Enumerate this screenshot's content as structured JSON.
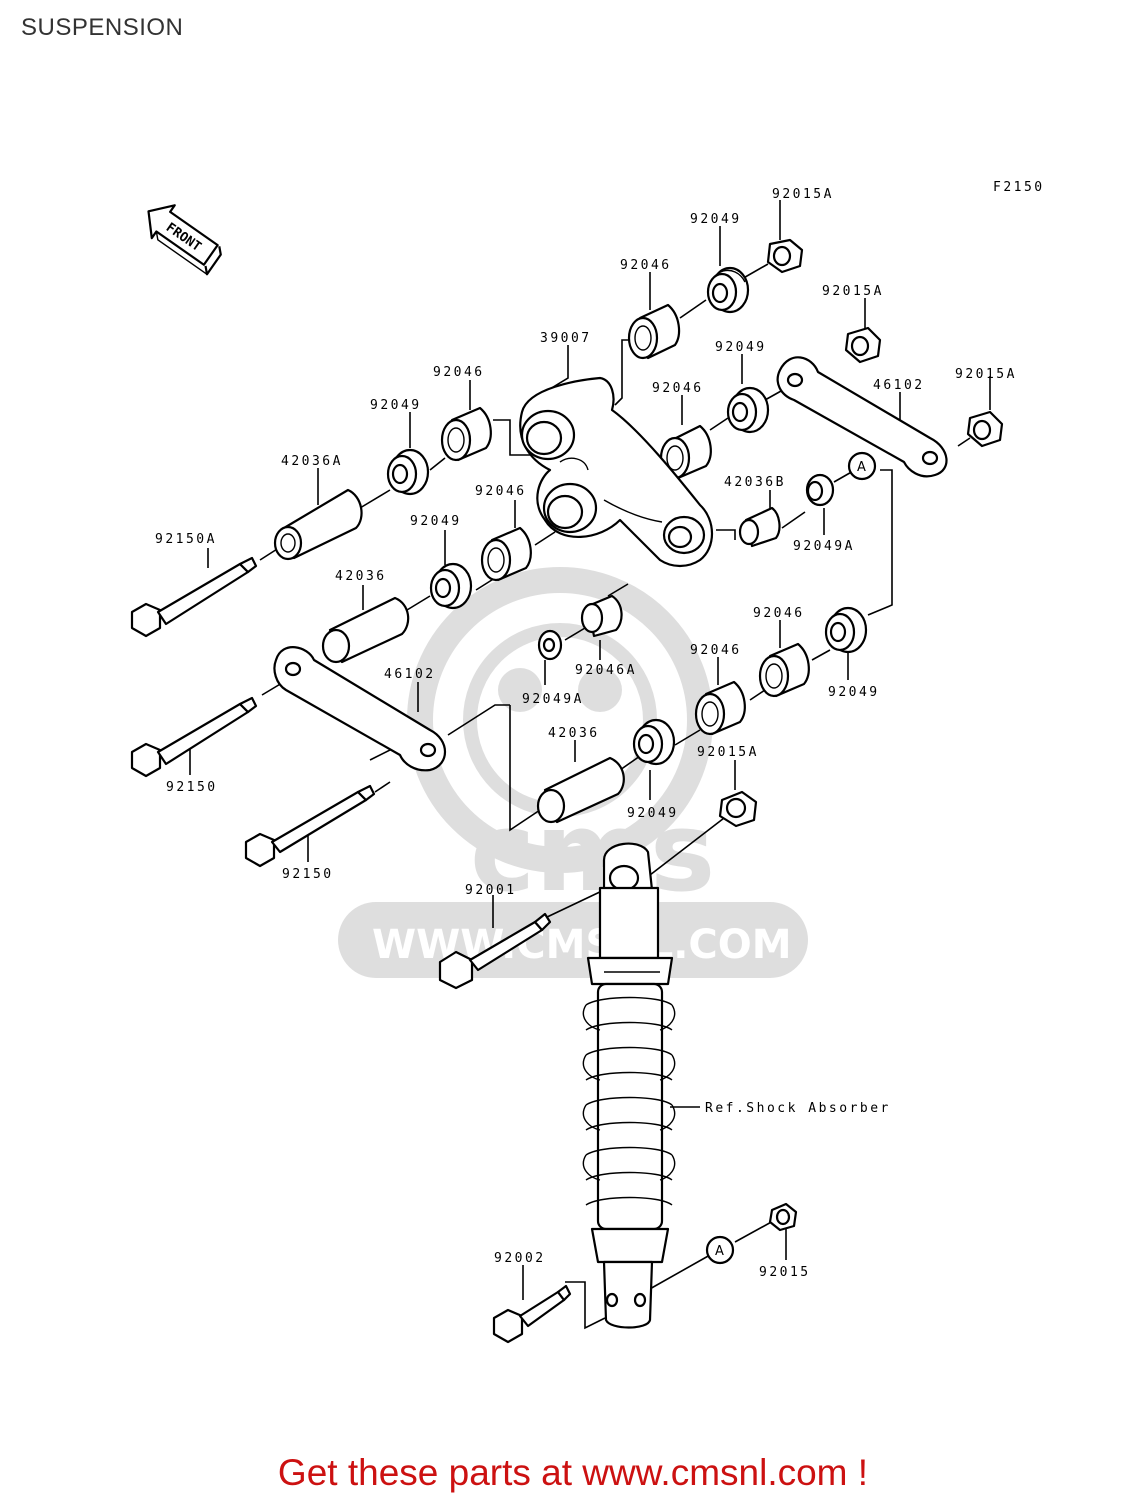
{
  "header": {
    "title": "SUSPENSION"
  },
  "diagram": {
    "figure_code": "F2150",
    "front_label": "FRONT",
    "reference_marker": "A",
    "ref_label": "Ref.Shock Absorber",
    "watermark": {
      "brand": "cms",
      "url": "WWW.CMSNL.COM"
    },
    "part_labels": {
      "p92015A_1": "92015A",
      "p92049_1": "92049",
      "p92046_1": "92046",
      "p92015A_2": "92015A",
      "p39007": "39007",
      "p92049_2": "92049",
      "p46102_1": "46102",
      "p92015A_3": "92015A",
      "p92046_2": "92046",
      "p92046_3": "92046",
      "p92049_3": "92049",
      "p42036A": "42036A",
      "p42036B": "42036B",
      "p92046_4": "92046",
      "p92049_4": "92049",
      "p92049A_1": "92049A",
      "p92150A": "92150A",
      "p42036_1": "42036",
      "p92046_5": "92046",
      "p92046A": "92046A",
      "p46102_2": "46102",
      "p92049A_2": "92049A",
      "p92046_6": "92046",
      "p92049_5": "92049",
      "p42036_2": "42036",
      "p92015A_4": "92015A",
      "p92150_1": "92150",
      "p92049_6": "92049",
      "p92150_2": "92150",
      "p92001": "92001",
      "p92002": "92002",
      "p92015": "92015"
    }
  },
  "footer": {
    "promo": "Get these parts at www.cmsnl.com !"
  }
}
